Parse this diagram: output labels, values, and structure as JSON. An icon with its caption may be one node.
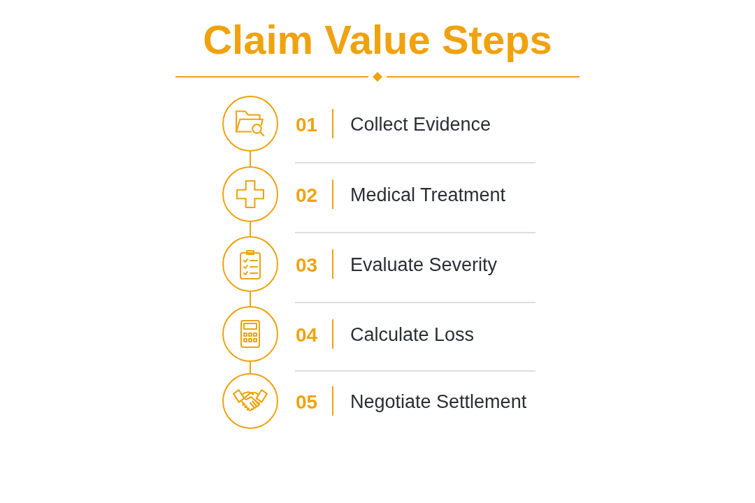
{
  "diagram": {
    "title": "Claim Value Steps",
    "nodes": [
      {
        "text": [],
        "shape": "circle",
        "beside": [
          "01",
          "Collect Evidence"
        ]
      },
      {
        "text": [],
        "shape": "circle",
        "beside": [
          "02",
          "Medical Treatment"
        ]
      },
      {
        "text": [],
        "shape": "circle",
        "beside": [
          "03",
          "Evaluate Severity"
        ]
      },
      {
        "text": [],
        "shape": "circle",
        "beside": [
          "04",
          "Calculate Loss"
        ]
      },
      {
        "text": [],
        "shape": "circle",
        "beside": [
          "05",
          "Negotiate Settlement"
        ]
      }
    ],
    "edges": [
      {
        "from": 0,
        "to": 1,
        "arrow": "none"
      },
      {
        "from": 1,
        "to": 2,
        "arrow": "none"
      },
      {
        "from": 2,
        "to": 3,
        "arrow": "none"
      },
      {
        "from": 3,
        "to": 4,
        "arrow": "none"
      }
    ]
  }
}
